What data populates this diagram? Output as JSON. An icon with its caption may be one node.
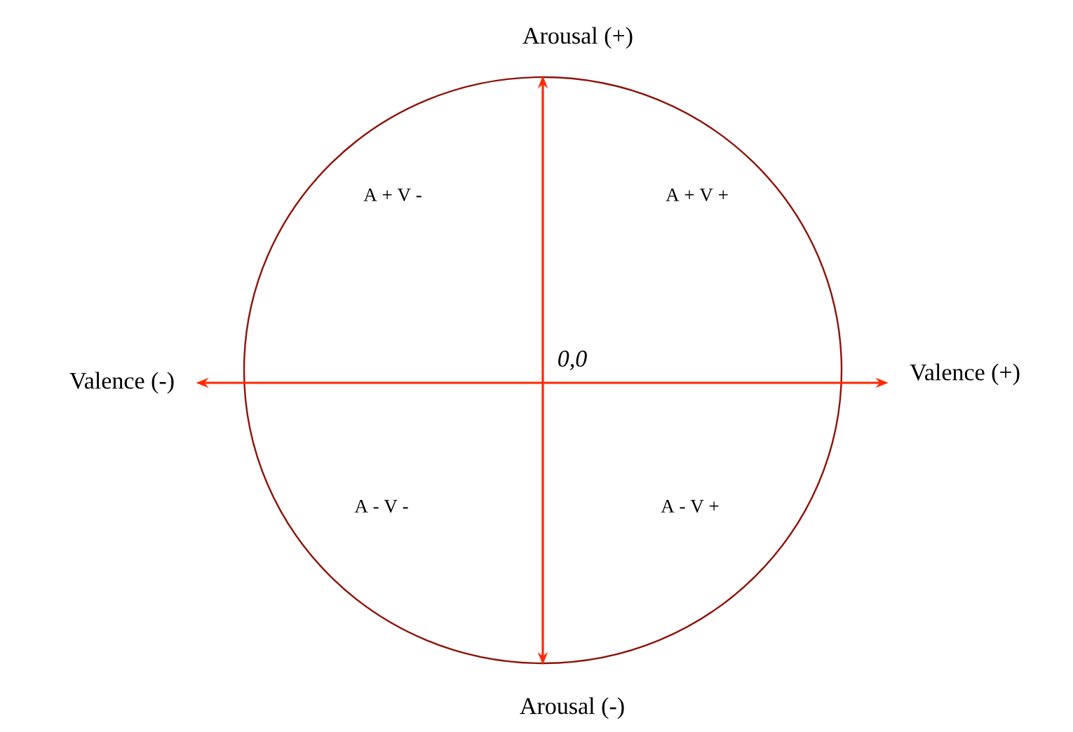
{
  "diagram": {
    "nodes": [
      {
        "text": [
          "Arousal (+)"
        ]
      },
      {
        "text": [
          "Valence (-)"
        ]
      },
      {
        "text": [
          "Valence (+)"
        ]
      },
      {
        "text": [
          "Arousal (-)"
        ]
      }
    ],
    "edges": [
      {
        "from": 3,
        "to": 0,
        "arrow": "both"
      },
      {
        "from": 1,
        "to": 2,
        "arrow": "both"
      }
    ],
    "labels": [
      "A + V -",
      "A + V +",
      "0,0",
      "A - V -",
      "A - V +"
    ]
  }
}
